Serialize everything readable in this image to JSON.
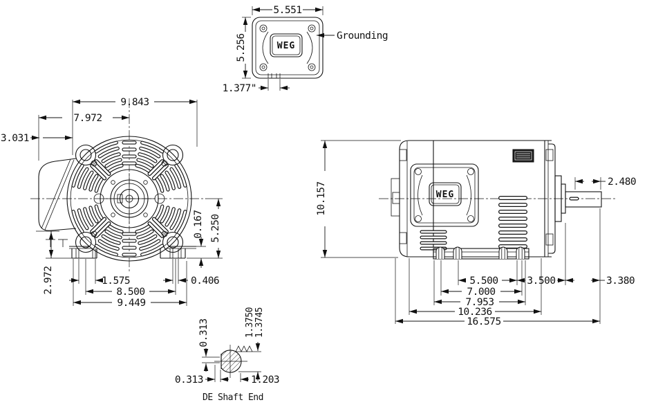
{
  "drawing": {
    "brand_logo": "WEG",
    "terminal_box_view": {
      "width": "5.551",
      "height": "5.256",
      "knockout_spacing": "1.377\"",
      "grounding_label": "Grounding"
    },
    "front_view": {
      "overall_width": "9.843",
      "width_to_center": "7.972",
      "box_depth": "3.031",
      "pad_thickness": "0.167",
      "shaft_center_height": "5.250",
      "box_bottom_height": "2.972",
      "slot_width_left": "1.575",
      "bolt_span": "8.500",
      "base_width": "9.449",
      "slot_width_right": "0.406"
    },
    "side_view": {
      "overall_height": "10.157",
      "shaft_usable_length": "2.480",
      "bolt_spacing": "5.500",
      "foot_length": "7.000",
      "foot_plate_length": "7.953",
      "frame_length": "10.236",
      "overall_length": "16.575",
      "rear_to_foot": "3.500",
      "shaft_extension": "3.380"
    },
    "shaft_detail": {
      "key_height": "0.313",
      "shaft_dia_upper": "1.3750",
      "shaft_dia_lower": "1.3745",
      "key_offset": "0.313",
      "key_length": "1.203",
      "caption": "DE Shaft End"
    }
  }
}
